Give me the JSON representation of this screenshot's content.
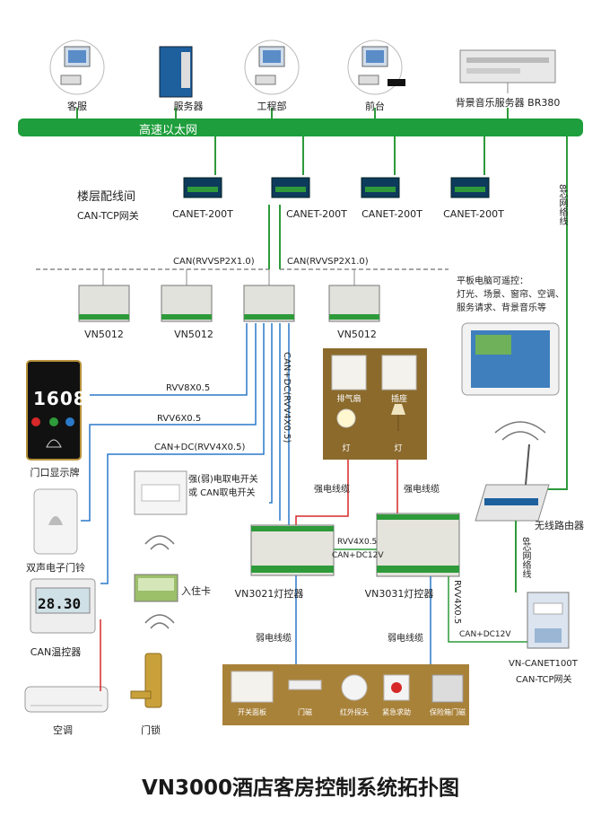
{
  "title": "VN3000酒店客房控制系统拓扑图",
  "network": {
    "bus_label": "高速以太网"
  },
  "top_devices": [
    {
      "label": "客服"
    },
    {
      "label": "服务器"
    },
    {
      "label": "工程部"
    },
    {
      "label": "前台"
    },
    {
      "label": "背景音乐服务器 BR380"
    }
  ],
  "floor": {
    "heading": "楼层配线间",
    "gateway": "CAN-TCP网关",
    "canets": [
      "CANET-200T",
      "CANET-200T",
      "CANET-200T",
      "CANET-200T"
    ]
  },
  "bus_labels": {
    "left": "CAN(RVVSP2X1.0)",
    "right": "CAN(RVVSP2X1.0)"
  },
  "modules": [
    "VN5012",
    "VN5012",
    "VN5012"
  ],
  "tablet": {
    "caption": "平板电脑可遥控：\n灯光、场景、窗帘、空调、\n服务请求、背景音乐等"
  },
  "fiber": {
    "top": "8芯网络线",
    "bottom": "8芯网络线"
  },
  "router": {
    "label": "无线路由器"
  },
  "door_display": {
    "number": "1608",
    "label": "门口显示牌",
    "cable": "RVV8X0.5"
  },
  "doorbell": {
    "label": "双声电子门铃",
    "cable": "RVV6X0.5"
  },
  "can_dc_label": "CAN+DC(RVV4X0.5)",
  "can_dc_vertical": "CAN+DC(RVV4X0.5)",
  "power_switch": {
    "label": "强(弱)电取电开关\n或 CAN取电开关"
  },
  "card": {
    "label": "入住卡"
  },
  "thermostat": {
    "label": "CAN温控器",
    "display": "28.30"
  },
  "aircon": {
    "label": "空调"
  },
  "lock": {
    "label": "门锁"
  },
  "strong_panel": {
    "items": [
      "排气扇",
      "插座",
      "灯",
      "灯"
    ]
  },
  "strong_cable": {
    "left": "强电线缆",
    "right": "强电线缆"
  },
  "controllers": [
    {
      "label": "VN3021灯控器"
    },
    {
      "label": "VN3031灯控器"
    }
  ],
  "link_cable": {
    "line1": "RVV4X0.5",
    "line2": "CAN+DC12V"
  },
  "rvv_vertical": "RVV4X0.5",
  "can_dc12": "CAN+DC12V",
  "weak_cable": {
    "left": "弱电线缆",
    "right": "弱电线缆"
  },
  "weak_panel": {
    "items": [
      "开关面板",
      "门磁",
      "红外探头",
      "紧急求助",
      "保险箱门磁"
    ]
  },
  "vn_canet": {
    "line1": "VN-CANET100T",
    "line2": "CAN-TCP网关"
  },
  "colors": {
    "bus_green": "#1e9e3c",
    "blue_line": "#2b79c9",
    "red_line": "#d62828",
    "green_line": "#2e9a3a",
    "panel_brown": "#8b6a2c",
    "weak_panel": "#a9823a",
    "door_display_bg": "#111111"
  }
}
